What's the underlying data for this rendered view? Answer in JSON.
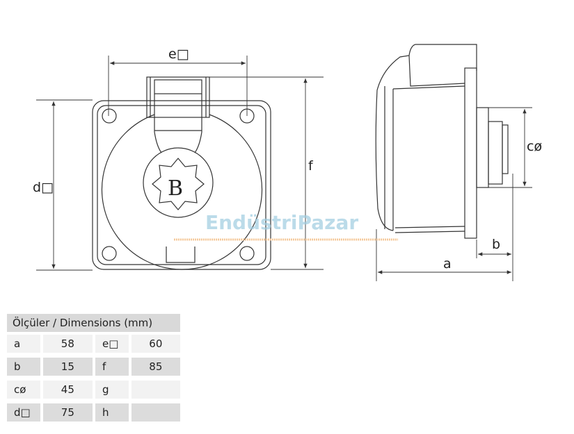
{
  "watermark": "EndüstriPazar",
  "front_view": {
    "labels": {
      "e": "e□",
      "d": "d□",
      "f": "f"
    },
    "logo_letter": "B"
  },
  "side_view": {
    "labels": {
      "c": "cø",
      "b": "b",
      "a": "a"
    }
  },
  "table": {
    "title": "Ölçüler / Dimensions (mm)",
    "rows": [
      {
        "k1": "a",
        "v1": "58",
        "k2": "e□",
        "v2": "60"
      },
      {
        "k1": "b",
        "v1": "15",
        "k2": "f",
        "v2": "85"
      },
      {
        "k1": "cø",
        "v1": "45",
        "k2": "g",
        "v2": ""
      },
      {
        "k1": "d□",
        "v1": "75",
        "k2": "h",
        "v2": ""
      }
    ]
  }
}
